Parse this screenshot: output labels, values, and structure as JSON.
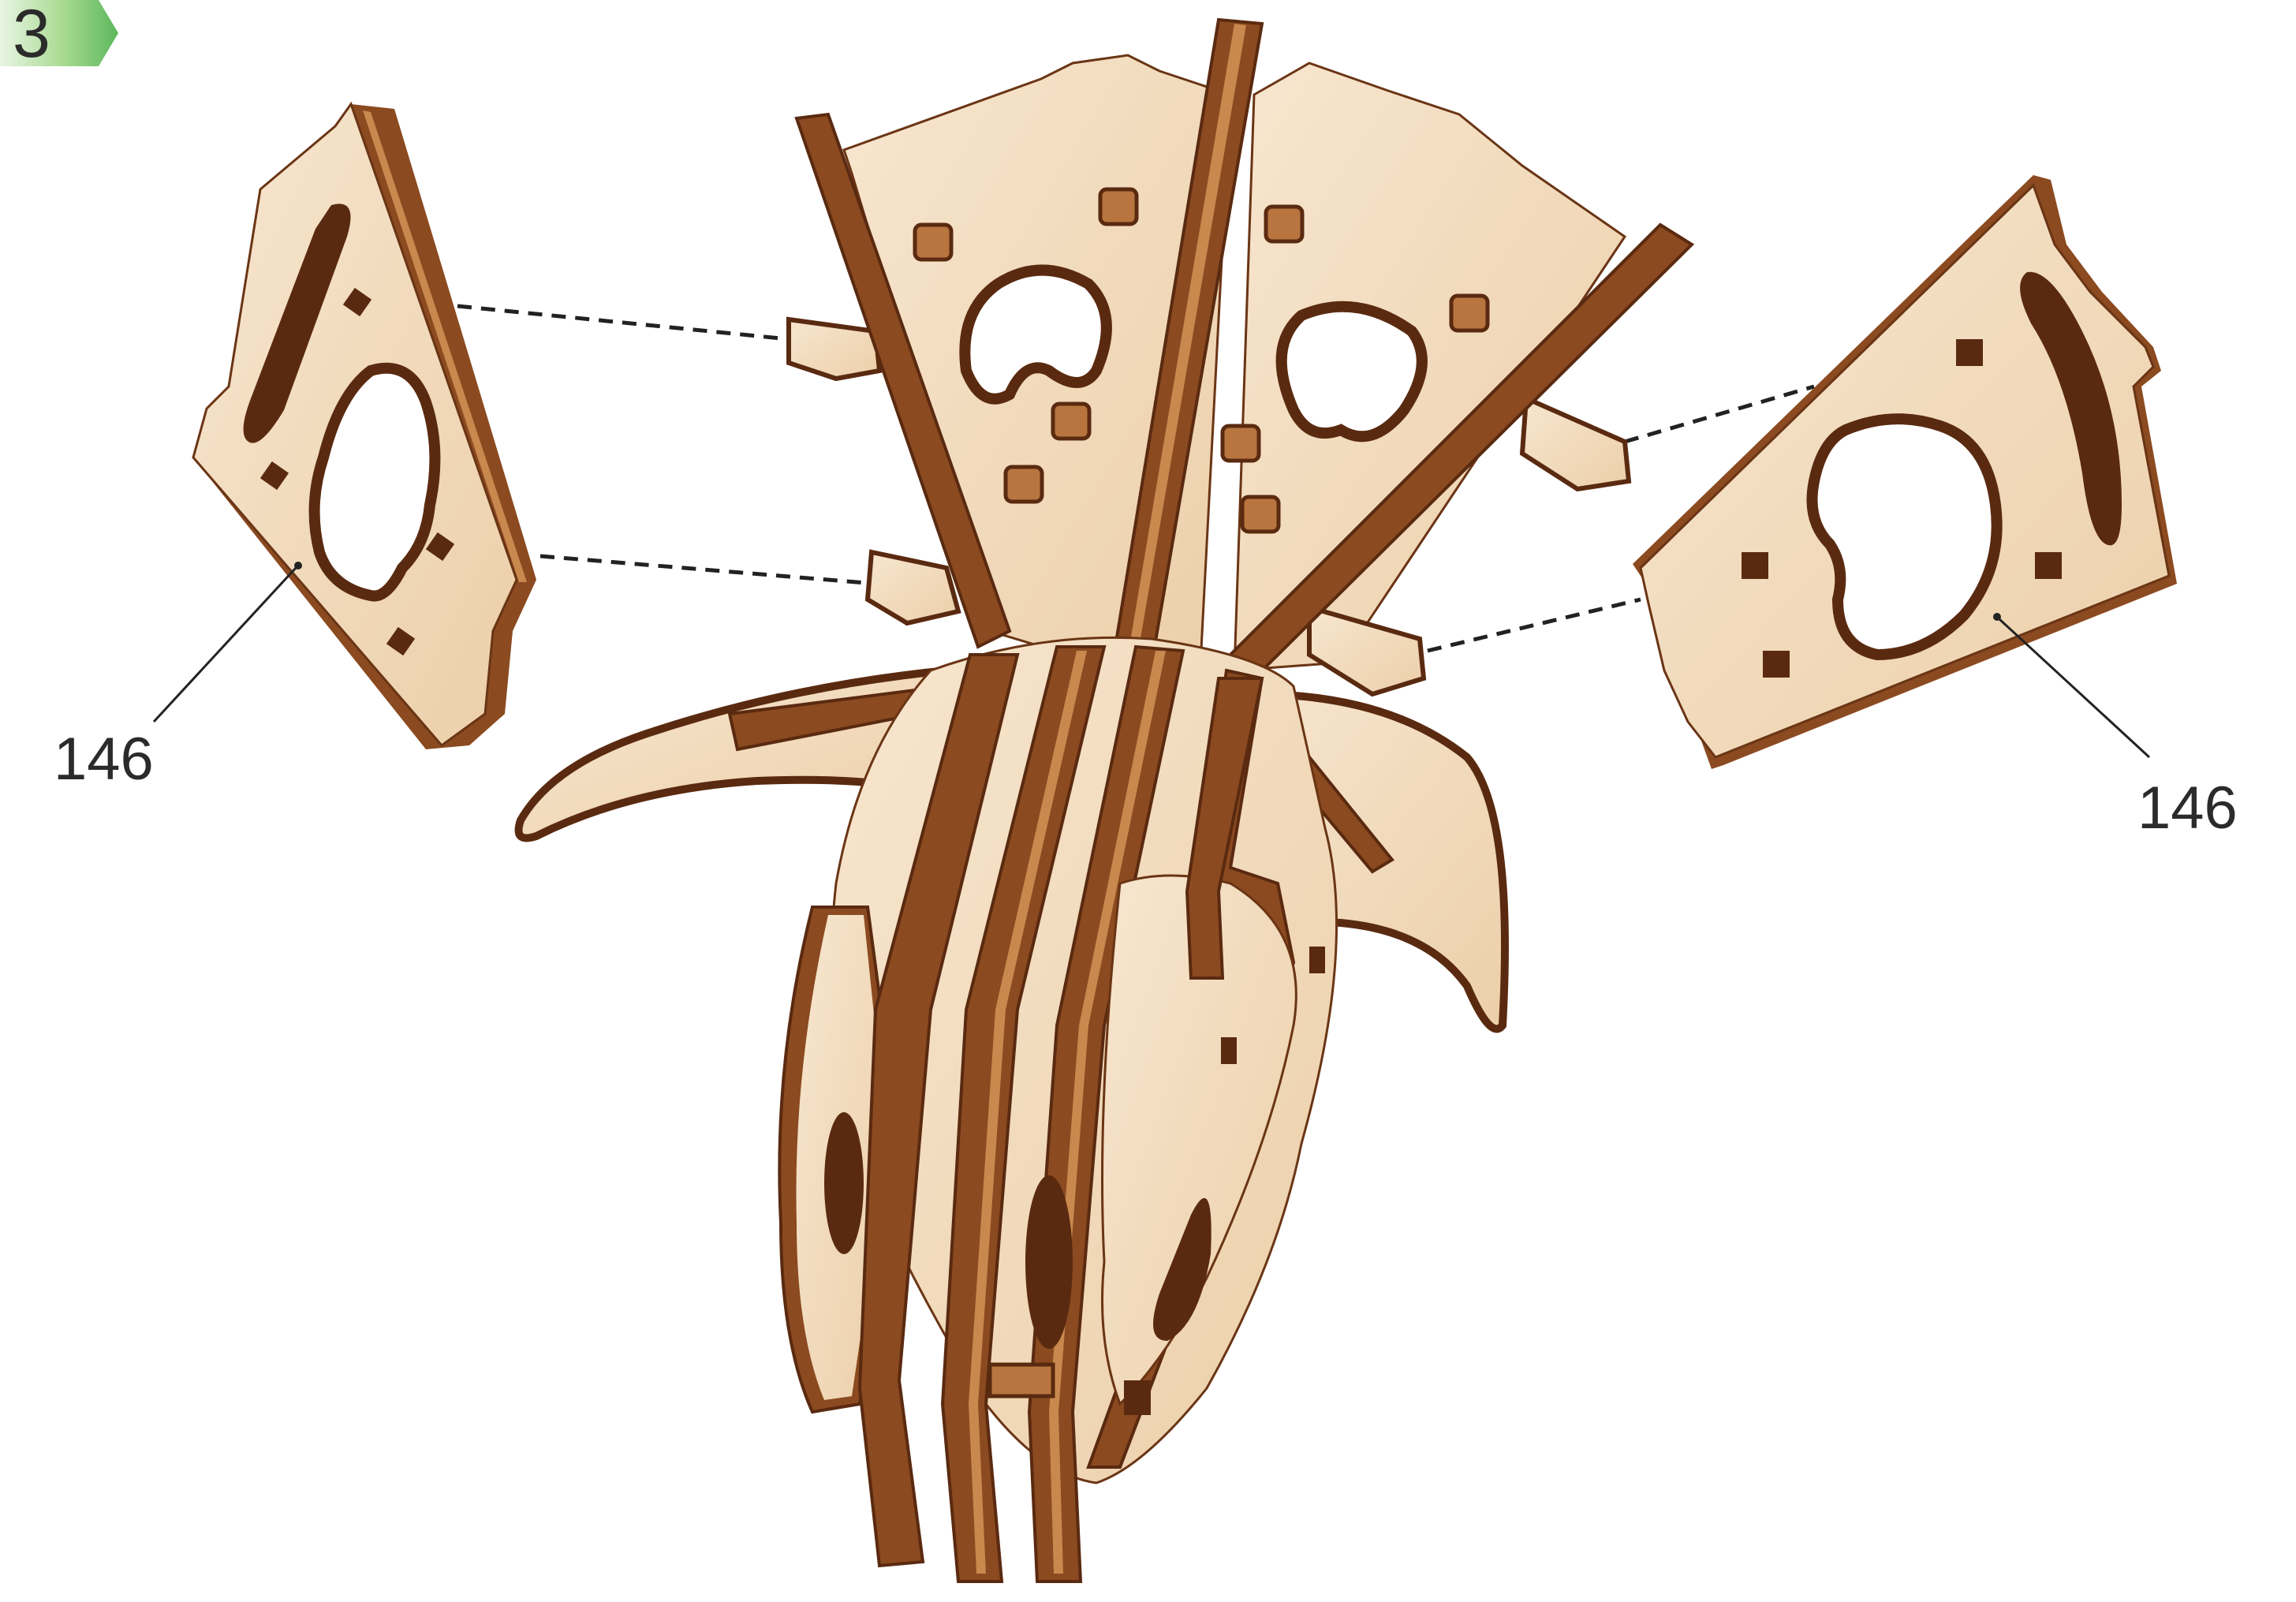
{
  "step": {
    "number": "3",
    "badge_color": "#5cb85c"
  },
  "callouts": [
    {
      "part_number": "146",
      "side": "left"
    },
    {
      "part_number": "146",
      "side": "right"
    }
  ],
  "colors": {
    "wood_face": "#f3dcbf",
    "wood_edge": "#8b4a20",
    "wood_edge_dark": "#5a2a10",
    "leader_line": "#222222"
  },
  "icons": {
    "left_panel": "plywood-panel-146",
    "right_panel": "plywood-panel-146",
    "assembly": "wooden-triceratops-head-assembly"
  }
}
